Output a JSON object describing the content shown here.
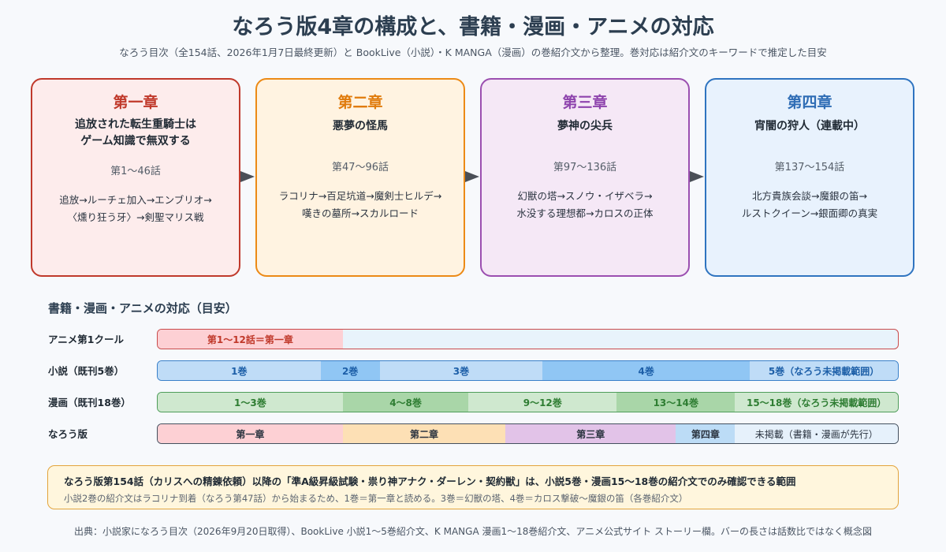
{
  "title": "なろう版4章の構成と、書籍・漫画・アニメの対応",
  "subtitle": "なろう目次（全154話、2026年1月7日最終更新）と BookLive（小説）・K MANGA（漫画）の巻紹介文から整理。巻対応は紹介文のキーワードで推定した目安",
  "chapters": [
    {
      "num": "第一章",
      "title": "追放された転生重騎士は\nゲーム知識で無双する",
      "range": "第1〜46話",
      "summary": "追放→ルーチェ加入→エンブリオ→\n〈燻り狂う牙〉→剣聖マリス戦"
    },
    {
      "num": "第二章",
      "title": "悪夢の怪馬",
      "range": "第47〜96話",
      "summary": "ラコリナ→百足坑道→魔剣士ヒルデ→\n嘆きの墓所→スカルロード"
    },
    {
      "num": "第三章",
      "title": "夢神の尖兵",
      "range": "第97〜136話",
      "summary": "幻獣の塔→スノウ・イザベラ→\n水没する理想都→カロスの正体"
    },
    {
      "num": "第四章",
      "title": "宵闇の狩人（連載中）",
      "range": "第137〜154話",
      "summary": "北方貴族会談→魔銀の笛→\nルストクイーン→銀面卿の真実"
    }
  ],
  "mapping": {
    "title": "書籍・漫画・アニメの対応（目安）",
    "rows": {
      "anime": {
        "label": "アニメ第1クール",
        "segments": [
          {
            "text": "第1〜12話＝第一章",
            "start": 0,
            "end": 0.25,
            "color": "#fdd0d4",
            "text_color": "#c0392b"
          }
        ]
      },
      "novel": {
        "label": "小説（既刊5巻）",
        "segments": [
          {
            "text": "1巻",
            "start": 0,
            "end": 0.22,
            "color": "#bfdcf7",
            "text_color": "#1d5fa8"
          },
          {
            "text": "2巻",
            "start": 0.22,
            "end": 0.3,
            "color": "#90c6f4",
            "text_color": "#1d5fa8"
          },
          {
            "text": "3巻",
            "start": 0.3,
            "end": 0.52,
            "color": "#bfdcf7",
            "text_color": "#1d5fa8"
          },
          {
            "text": "4巻",
            "start": 0.52,
            "end": 0.8,
            "color": "#90c6f4",
            "text_color": "#1d5fa8"
          },
          {
            "text": "5巻（なろう未掲載範囲）",
            "start": 0.8,
            "end": 1.0,
            "color": "#bfdcf7",
            "text_color": "#1d5fa8"
          }
        ]
      },
      "manga": {
        "label": "漫画（既刊18巻）",
        "segments": [
          {
            "text": "1〜3巻",
            "start": 0,
            "end": 0.25,
            "color": "#cfe8cf",
            "text_color": "#2e7d32"
          },
          {
            "text": "4〜8巻",
            "start": 0.25,
            "end": 0.42,
            "color": "#a9d6a8",
            "text_color": "#2e7d32"
          },
          {
            "text": "9〜12巻",
            "start": 0.42,
            "end": 0.62,
            "color": "#cfe8cf",
            "text_color": "#2e7d32"
          },
          {
            "text": "13〜14巻",
            "start": 0.62,
            "end": 0.78,
            "color": "#a9d6a8",
            "text_color": "#2e7d32"
          },
          {
            "text": "15〜18巻（なろう未掲載範囲）",
            "start": 0.78,
            "end": 1.0,
            "color": "#cfe8cf",
            "text_color": "#2e7d32"
          }
        ]
      },
      "narou": {
        "label": "なろう版",
        "segments": [
          {
            "text": "第一章",
            "start": 0,
            "end": 0.25,
            "color": "#fdd0d4",
            "text_color": "#2b3440"
          },
          {
            "text": "第二章",
            "start": 0.25,
            "end": 0.47,
            "color": "#fde0b5",
            "text_color": "#2b3440"
          },
          {
            "text": "第三章",
            "start": 0.47,
            "end": 0.7,
            "color": "#e2c3e8",
            "text_color": "#2b3440"
          },
          {
            "text": "第四章",
            "start": 0.7,
            "end": 0.78,
            "color": "#bcdcf6",
            "text_color": "#2b3440"
          },
          {
            "text": "未掲載（書籍・漫画が先行）",
            "start": 0.78,
            "end": 1.0,
            "color": "#e6f1fb",
            "text_color": "#2b3440",
            "bold": false
          }
        ]
      }
    }
  },
  "note": {
    "main": "なろう版第154話（カリスへの精錬依頼）以降の「準A級昇級試験・祟り神アナク・ダーレン・契約獣」は、小説5巻・漫画15〜18巻の紹介文でのみ確認できる範囲",
    "sub": "小説2巻の紹介文はラコリナ到着（なろう第47話）から始まるため、1巻＝第一章と読める。3巻＝幻獣の塔、4巻＝カロス撃破〜魔銀の笛（各巻紹介文）"
  },
  "footer": "出典：小説家になろう目次（2026年9月20日取得）、BookLive 小説1〜5巻紹介文、K MANGA 漫画1〜18巻紹介文、アニメ公式サイト ストーリー欄。バーの長さは話数比ではなく概念図",
  "colors": {
    "arrow": "#4a4f57"
  }
}
